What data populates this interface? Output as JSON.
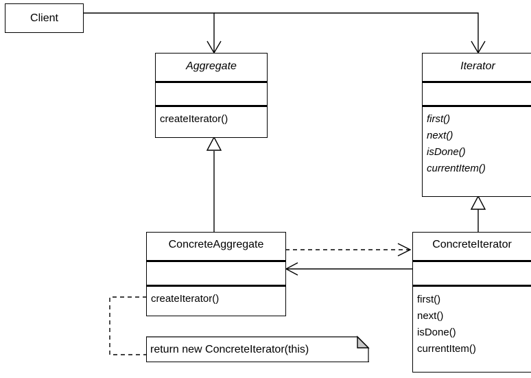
{
  "client": {
    "label": "Client"
  },
  "aggregate": {
    "name": "Aggregate",
    "operations": [
      "createIterator()"
    ]
  },
  "iterator": {
    "name": "Iterator",
    "operations": [
      "first()",
      "next()",
      "isDone()",
      "currentItem()"
    ]
  },
  "concrete_aggregate": {
    "name": "ConcreteAggregate",
    "operations": [
      "createIterator()"
    ]
  },
  "concrete_iterator": {
    "name": "ConcreteIterator",
    "operations": [
      "first()",
      "next()",
      "isDone()",
      "currentItem()"
    ]
  },
  "note": {
    "text": "return new ConcreteIterator(this)"
  }
}
